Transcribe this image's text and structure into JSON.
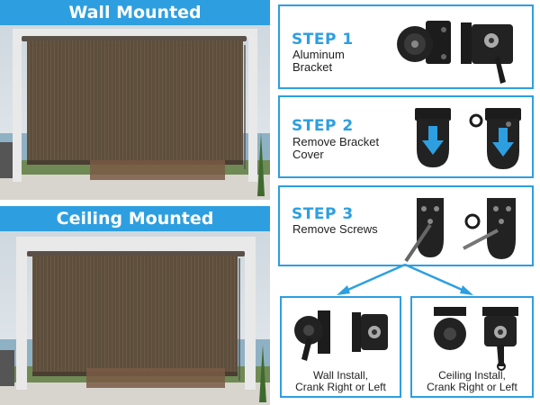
{
  "left": {
    "wall_title": "Wall Mounted",
    "ceiling_title": "Ceiling Mounted"
  },
  "steps": [
    {
      "title": "STEP 1",
      "desc": "Aluminum\nBracket"
    },
    {
      "title": "STEP 2",
      "desc": "Remove Bracket\nCover"
    },
    {
      "title": "STEP 3",
      "desc": "Remove Screws"
    }
  ],
  "install": {
    "wall_caption": "Wall Install,\nCrank Right or Left",
    "ceiling_caption": "Ceiling Install,\nCrank Right or Left"
  },
  "colors": {
    "accent": "#2d9fe0",
    "shade": "#5e4e3c",
    "bracket": "#1c1c1c"
  }
}
